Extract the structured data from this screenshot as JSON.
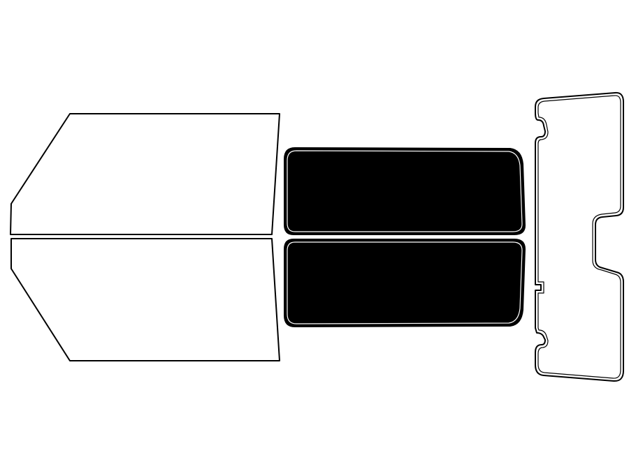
{
  "colors": {
    "background": "#ffffff",
    "outline": "#000000",
    "tint_fill": "#000000"
  },
  "panels": [
    {
      "name": "front-left-door-window",
      "tinted": false
    },
    {
      "name": "front-right-door-window",
      "tinted": false
    },
    {
      "name": "rear-left-door-window",
      "tinted": true
    },
    {
      "name": "rear-right-door-window",
      "tinted": true
    },
    {
      "name": "rear-windshield",
      "tinted": false
    }
  ]
}
